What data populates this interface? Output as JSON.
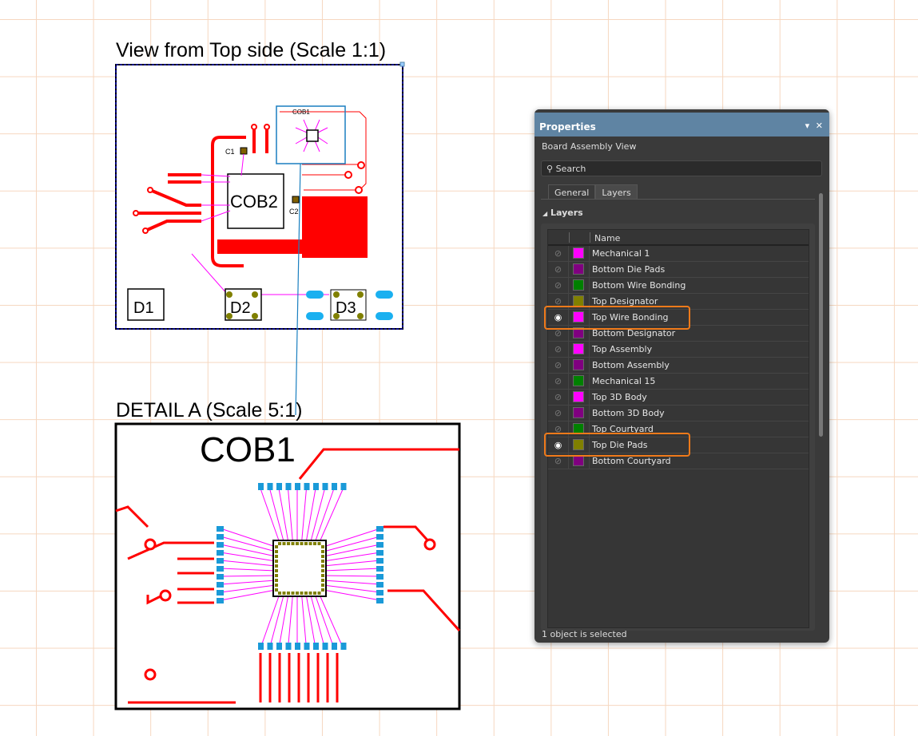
{
  "canvas": {
    "top_view_title": "View from Top side (Scale 1:1)",
    "detail_title": "DETAIL A (Scale 5:1)",
    "detail_component": "COB1",
    "components": {
      "cob1": "COB1",
      "cob2": "COB2",
      "c1": "C1",
      "c2": "C2",
      "d1": "D1",
      "d2": "D2",
      "d3": "D3"
    }
  },
  "panel": {
    "title": "Properties",
    "menu_icon": "triangle-down",
    "close_icon": "close",
    "subtitle": "Board Assembly View",
    "search_placeholder": "Search",
    "tabs": [
      {
        "label": "General",
        "active": false
      },
      {
        "label": "Layers",
        "active": true
      }
    ],
    "section": "Layers",
    "column_name": "Name",
    "layers": [
      {
        "name": "Mechanical 1",
        "color": "#ff00ff",
        "visible": false
      },
      {
        "name": "Bottom Die Pads",
        "color": "#800080",
        "visible": false
      },
      {
        "name": "Bottom Wire Bonding",
        "color": "#008000",
        "visible": false
      },
      {
        "name": "Top Designator",
        "color": "#808000",
        "visible": false
      },
      {
        "name": "Top Wire Bonding",
        "color": "#ff00ff",
        "visible": true
      },
      {
        "name": "Bottom Designator",
        "color": "#800080",
        "visible": false
      },
      {
        "name": "Top Assembly",
        "color": "#ff00ff",
        "visible": false
      },
      {
        "name": "Bottom Assembly",
        "color": "#800080",
        "visible": false
      },
      {
        "name": "Mechanical 15",
        "color": "#008000",
        "visible": false
      },
      {
        "name": "Top 3D Body",
        "color": "#ff00ff",
        "visible": false
      },
      {
        "name": "Bottom 3D Body",
        "color": "#800080",
        "visible": false
      },
      {
        "name": "Top Courtyard",
        "color": "#008000",
        "visible": false
      },
      {
        "name": "Top Die Pads",
        "color": "#808000",
        "visible": true
      },
      {
        "name": "Bottom Courtyard",
        "color": "#800080",
        "visible": false
      }
    ],
    "status": "1 object is selected"
  }
}
